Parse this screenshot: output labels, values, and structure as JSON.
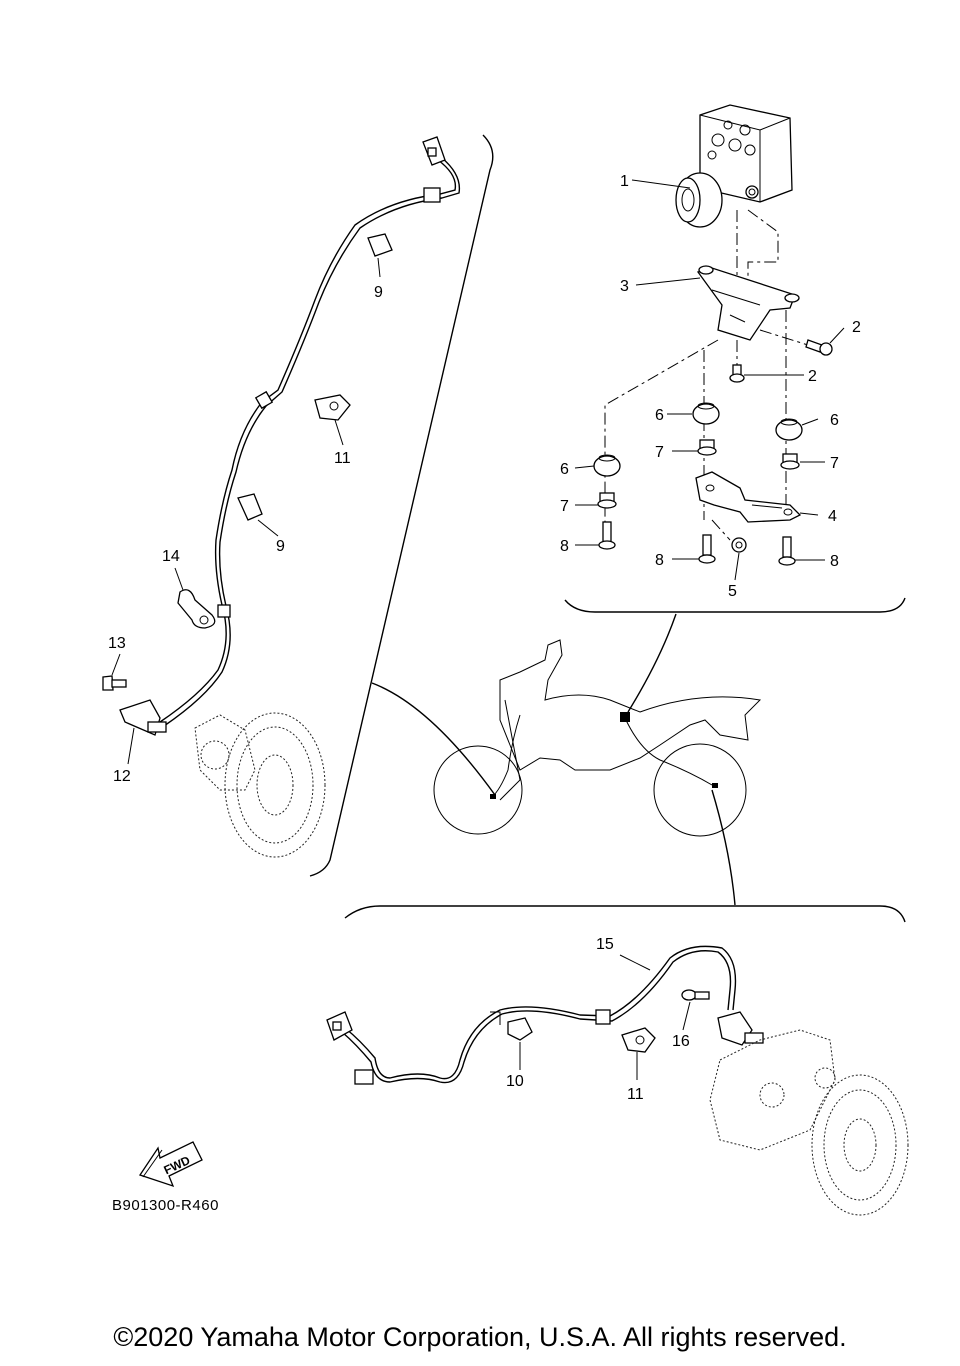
{
  "callouts": {
    "c1": "1",
    "c2a": "2",
    "c2b": "2",
    "c3": "3",
    "c4": "4",
    "c5": "5",
    "c6a": "6",
    "c6b": "6",
    "c6c": "6",
    "c7a": "7",
    "c7b": "7",
    "c7c": "7",
    "c8a": "8",
    "c8b": "8",
    "c8c": "8",
    "c9a": "9",
    "c9b": "9",
    "c10": "10",
    "c11a": "11",
    "c11b": "11",
    "c12": "12",
    "c13": "13",
    "c14": "14",
    "c15": "15",
    "c16": "16"
  },
  "fwd_label": "FWD",
  "doc_code": "B901300-R460",
  "copyright": "©2020 Yamaha Motor Corporation, U.S.A. All rights reserved."
}
